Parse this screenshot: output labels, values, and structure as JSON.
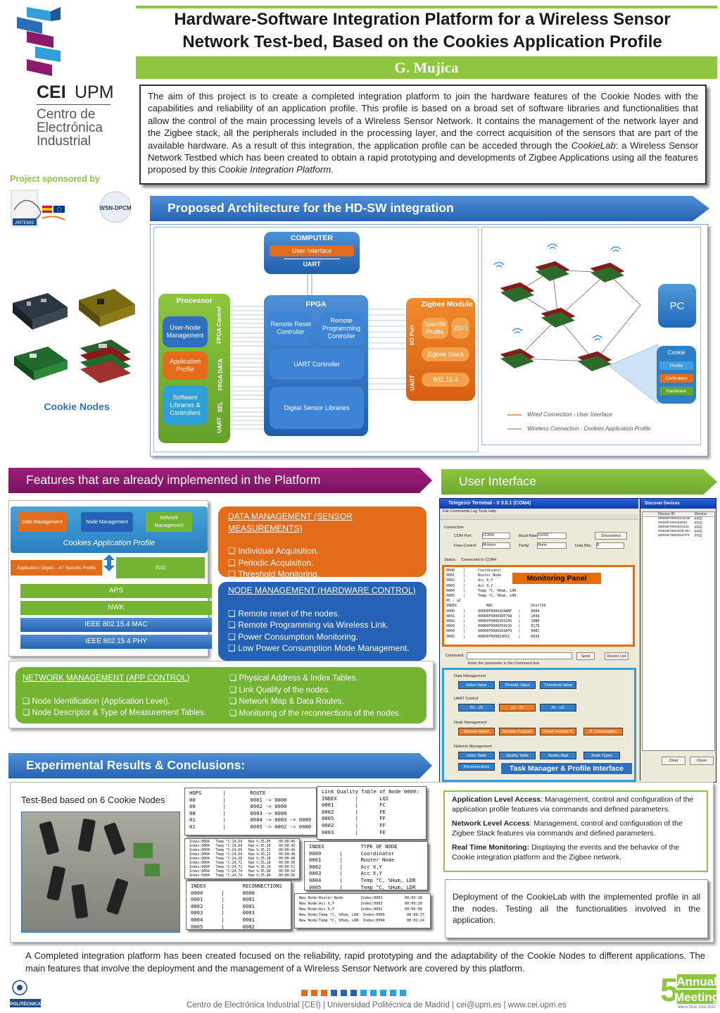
{
  "header": {
    "title_line1": "Hardware-Software Integration Platform for a Wireless Sensor",
    "title_line2": "Network Test-bed, Based on the Cookies Application Profile",
    "author": "G. Mujica"
  },
  "logo": {
    "cei_bold": "CEI",
    "cei_upm": "UPM",
    "name_line1": "Centro de",
    "name_line2": "Electrónica",
    "name_line3": "Industrial",
    "sponsor_label": "Project  sponsored  by",
    "sponsor_artemis": "ARTEMIS",
    "sponsor_wsn": "WSN-DPCM",
    "cookie_nodes_label": "Cookie Nodes"
  },
  "abstract": {
    "p1": "The aim of this project is to create a completed integration platform to join the hardware features of the Cookie Nodes with the capabilities and reliability of an application profile. This profile is based on a broad set of software libraries and functionalities that allow the control of the main processing levels of a Wireless Sensor Network. It contains the management of the network layer and the Zigbee stack, all the peripherals included in the processing layer, and the correct acquisition of the sensors that are part of the available hardware. As a result of this integration, the application profile can be acceded through the ",
    "em1": "CookieLab",
    "p2": ": a Wireless Sensor Network Testbed which has been created to obtain a rapid prototyping and developments of Zigbee Applications using all the features proposed by this ",
    "em2": "Cookie Integration Platform",
    "p3": "."
  },
  "sections": {
    "architecture": "Proposed Architecture for the HD-SW integration",
    "features": "Features that are already implemented in the Platform",
    "ui": "User Interface",
    "experimental": "Experimental Results & Conclusions:"
  },
  "architecture": {
    "computer": "COMPUTER",
    "user_interface": "User Interface",
    "uart": "UART",
    "processor": "Processor",
    "user_node_mgmt": "User-Node Management",
    "app_profile": "Application Profile",
    "sw_libs": "Software Libraries & Controllers",
    "fpga_control": "FPGA Control",
    "fpga_data": "FPGA DATA",
    "sel": "SEL",
    "uart_v": "UART",
    "fpga": "FPGA",
    "remote_reset": "Remote Reset Controller",
    "remote_prog": "Remote Programming Controller",
    "uart_controller": "UART Controller",
    "digital_sensor": "Digital Sensor Libraries",
    "io_port": "I/O Port",
    "uart_v2": "UART",
    "zigbee_module": "Zigbee Module",
    "specific_profile": "Specific Profile",
    "zdo": "ZDO",
    "zigbee_stack": "Zigbee Stack",
    "ieee": "802.15.4",
    "pc": "PC",
    "cookie": "Cookie",
    "profile": "Profile",
    "controllers": "Controllers",
    "hardware": "Hardware",
    "legend_wired": "Wired Connection - User Interface",
    "legend_wireless": "Wireless Connection - Cookies Application Profile"
  },
  "stack": {
    "data_mgmt": "Data Management",
    "node_mgmt": "Node Management",
    "network_mgmt": "Network Management",
    "cookies_profile": "Cookies Application Profile",
    "app_object": "Application Object – AT Specific Profile",
    "zdo": "ZDO",
    "aps": "APS",
    "nwk": "NWK",
    "mac": "IEEE 802.15.4 MAC",
    "phy": "IEEE 802.15.4 PHY"
  },
  "features": {
    "dm_title": "DATA MANAGEMENT (SENSOR MEASUREMENTS)",
    "dm_items": [
      "Individual Acquisition.",
      "Periodic Acquisition.",
      "Threshold Monitoring."
    ],
    "nm_title": "NODE MANAGEMENT (HARDWARE CONTROL)",
    "nm_items": [
      "Remote reset of the nodes.",
      "Remote Programming via Wireless Link.",
      "Power Consumption Monitoring.",
      "Low Power Consumption Mode Management."
    ],
    "net_title": "NETWORK MANAGEMENT (APP CONTROL)",
    "net_left": [
      "Node Identification (Application Level).",
      "Node Descriptor & Type of Measurement Tables."
    ],
    "net_right": [
      "Physical Address & Index Tables.",
      "Link Quality of the nodes.",
      "Network Map & Data Routes.",
      "Monitoring of the reconnections of the nodes."
    ],
    "bullet": "❑"
  },
  "ui_shot": {
    "window_title": "Telegesis Terminal - V 3.0.1  (COM4)",
    "menu": "File   Commands   Log   Tools   Help",
    "connection": "Connection",
    "com_port": "COM Port:",
    "com_val": "COM4",
    "baud": "Baud Rate:",
    "baud_val": "19200",
    "disconnect": "Disconnect",
    "flow": "Flow-Control:",
    "flow_val": "Modem",
    "parity": "Parity:",
    "parity_val": "None",
    "databits": "Data Bits:",
    "databits_val": "8",
    "status": "Status:",
    "status_val": "Connected to COM4",
    "monitor_lines": [
      "0000    |      Coordinator",
      "0001    |      Router Node",
      "0002    |      Acc X,Y",
      "0003    |      Acc X,Y",
      "0004    |      Temp °C, %Hum, LDR",
      "0005    |      Temp °C, %Hum, LDR",
      "PC - uC",
      "INDEX              MAC                  ShortID",
      "0000    |      000D6F00001D4ABF   |     0000",
      "0001    |      000D6F00003DE79A   |     104D",
      "0002    |      000D6F0000203335   |     1DB0",
      "0003    |      000D6F000035421D   |     E17D",
      "0004    |      000D6F0000263AF9   |     0A8C",
      "0005    |      000D6F000053D51    |     0036"
    ],
    "monitoring_panel": "Monitoring Panel",
    "command": "Command:",
    "send": "Send",
    "device_list": "Device List",
    "cmd_hint": "Enter the parameter in the Command box",
    "data_mgmt": "Data Management",
    "index_value": "Index Value",
    "periodic_value": "Periodic Value",
    "threshold_value": "Threshold Value",
    "uart_control": "UART Control",
    "pc_zb": "PC - Zb",
    "uc_zb": "uC - Zb",
    "pc_uc": "Pc - uC",
    "node_mgmt": "Node Management",
    "remote_reset": "Remote Reset",
    "remote_program": "Remote Program",
    "finish_remote": "Finish Remote P.",
    "p_consumption": "P. Consumption",
    "network_mgmt": "Network Management",
    "index_table": "Index Table",
    "quality_table": "Quality Table",
    "nodes_map": "Nodes Map",
    "node_types": "Node Types",
    "reconnections": "Reconnections",
    "task_manager": "Task Manager & Profile Interface",
    "discover_title": "Discover Devices",
    "dev_id": "Device ID",
    "device": "Device",
    "devices": [
      [
        "000D6F00003S421D",
        "FFD"
      ],
      [
        "000D6F000053D51",
        "FFD"
      ],
      [
        "000D6F0000203335",
        "FFD"
      ],
      [
        "000D6F00003DE79A",
        "FFD"
      ],
      [
        "000D6F0000263AF9",
        "FFD"
      ]
    ],
    "clear": "Clear",
    "close": "Close"
  },
  "experimental": {
    "testbed_title": "Test-Bed based on 6 Cookie Nodes",
    "routes": "HOPS       |        ROUTE\n00         |        0001 -> 0000\n00         |        0002 -> 0000\n00         |        0003 -> 0000\n01         |        0004 -> 0003 -> 0000\n01         |        0005 -> 0002 -> 0000",
    "lqi": "Link Quality Table of Node 0000:\nINDEX      |       LQI\n0001       |       FC\n0002       |       FE\n0005       |       FF\n0002       |       FF\n0003       |       FE",
    "temps": "Index:0004   Temp °C:24,64   Hum %:35,60    00:00:40\nIndex:0004   Temp °C:24,64   Hum %:35,30    00:00:42\nIndex:0004   Temp °C:24,66   Hum %:35,22    00:00:44\nIndex:0004   Temp °C:24,64   Hum %:35,22    00:00:46\nIndex:0004   Temp °C:24,68   Hum %:35,18    00:00:48\nIndex:0004   Temp °C:24,72   Hum %:35,18    00:00:50\nIndex:0004   Temp °C:24,72   Hum %:35,14    00:00:52\nIndex:0004   Temp °C:24,74   Hum %:35,08    00:00:54\nIndex:0004   Temp °C:24,74   Hum %:35,40    00:00:56",
    "types": "INDEX            TYPE OF NODE\n0000      |      Coordinator\n0001      |      Router Node\n0002      |      Acc X,Y\n0003      |      Acc X,Y\n0004      |      Temp °C, %Hum, LDR\n0005      |      Temp °C, %Hum, LDR",
    "reconn": "INDEX            RECONNECTIONS\n0000      |      0000\n0001      |      0001\n0002      |      0001\n0003      |      0003\n0004      |      0001\n0005      |      0002",
    "newnodes": "New Node:Router Node        Index:0001          00:00:18\nNew Node:Acc X,Y            Index:0003          00:00:28\nNew Node:Acc X,Y            Index:0002          00:00:58\nNew Node:Temp °C, %Hum, LDR  Index:0005          00:00:37\nNew Node:Temp °C, %Hum, LDR  Index:0004          00:01:24",
    "ala_label": "Application Level Access",
    "ala_text": ": Management, control and configuration of the application profile features via commands and defined parameters.",
    "nla_label": "Network Level Access",
    "nla_text": ": Management, control and configuration of the Zigbee Stack features via commands and defined parameters.",
    "rtm_label": "Real Time Monitoring:",
    "rtm_text": " Displaying the events and the behavior of the Cookie integration platform and the Zigbee network.",
    "deploy": "Deployment of the CookieLab with the implemented profile in all the nodes. Testing all the functionalities involved in the application."
  },
  "conclusion": "A Completed integration platform has been created focused on the reliability, rapid prototyping and the adaptability of the Cookie Nodes to different applications. The main features that involve the deployment and the management of a Wireless Sensor Network are covered by this platform.",
  "footer": {
    "text": "Centro de Electrónica Industrial (CEI) | Universidad Politécnica de Madrid | cei@upm.es | www.cei.upm.es",
    "politecnica": "POLITÉCNICA",
    "annual_5": "5",
    "annual_word1": "Annual",
    "annual_word2": "Meeting",
    "annual_dates": "March 22nd -23rd, 2012"
  },
  "colors": {
    "green": "#8dc63f",
    "blue": "#2563b2",
    "orange": "#e36c1a",
    "purple": "#8a1a6c"
  }
}
